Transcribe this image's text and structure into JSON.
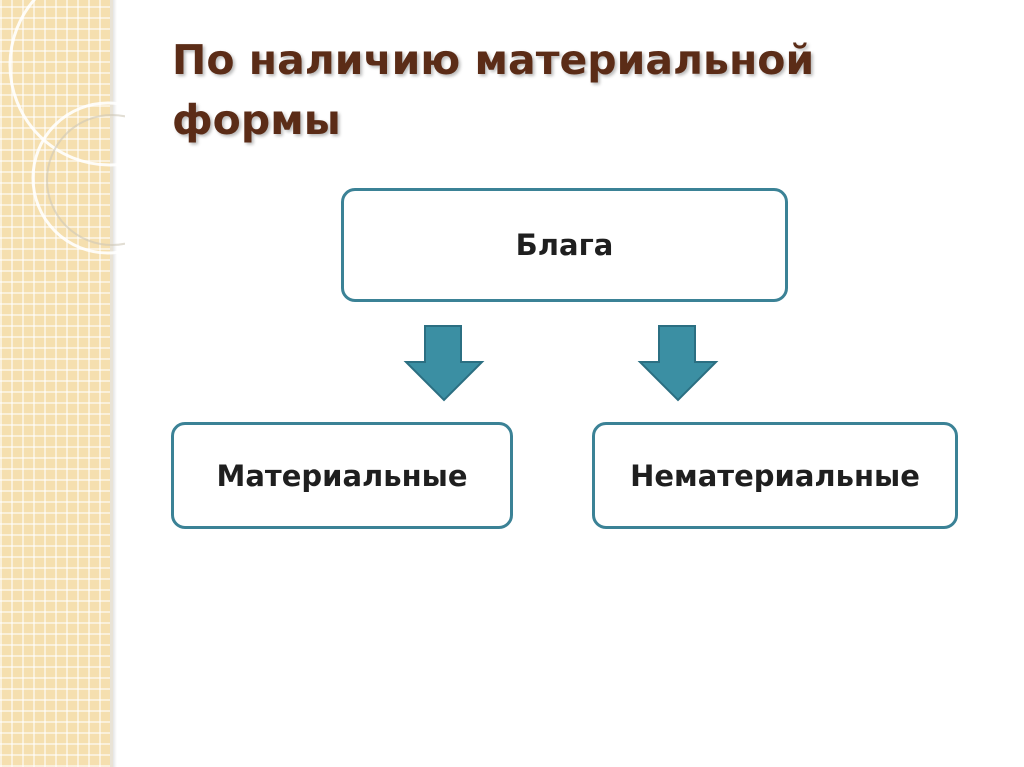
{
  "slide": {
    "title_line1": "По наличию материальной",
    "title_line2": "формы"
  },
  "diagram": {
    "root": "Блага",
    "children": [
      "Материальные",
      "Нематериальные"
    ]
  },
  "colors": {
    "title": "#5b2c17",
    "box_border": "#3b8296",
    "arrow_fill": "#3b8fa3",
    "arrow_border": "#2b6f82",
    "strip": "#f5dfaf"
  }
}
